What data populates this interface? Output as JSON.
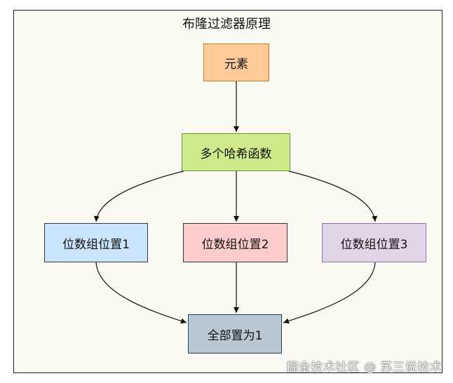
{
  "title": "布隆过滤器原理",
  "nodes": {
    "element": "元素",
    "hash": "多个哈希函数",
    "pos1": "位数组位置1",
    "pos2": "位数组位置2",
    "pos3": "位数组位置3",
    "all": "全部置为1"
  },
  "colors": {
    "element_fill": "#ffcc99",
    "hash_fill": "#cdeb8b",
    "pos1_fill": "#cce5ff",
    "pos2_fill": "#ffcccc",
    "pos3_fill": "#e1d5e7",
    "all_fill": "#bac8d3"
  },
  "watermark": "掘金技术社区 @ 苏三说技术"
}
